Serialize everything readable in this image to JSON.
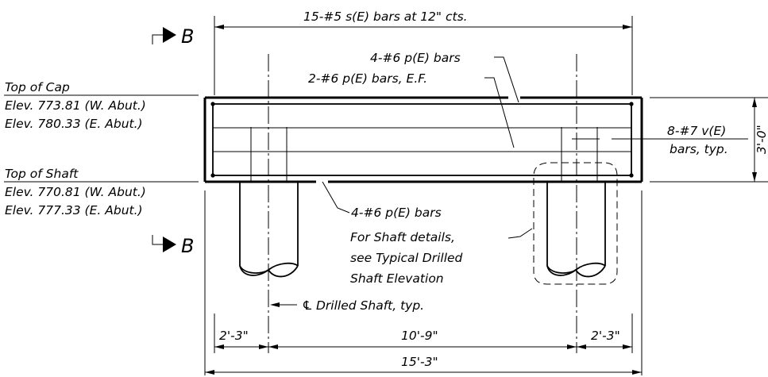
{
  "section_marker": {
    "letter": "B"
  },
  "elevations": {
    "top_of_cap": {
      "title": "Top of Cap",
      "line1": "Elev. 773.81 (W. Abut.)",
      "line2": "Elev. 780.33 (E. Abut.)"
    },
    "top_of_shaft": {
      "title": "Top of Shaft",
      "line1": "Elev. 770.81 (W. Abut.)",
      "line2": "Elev. 777.33 (E. Abut.)"
    }
  },
  "callouts": {
    "s_bars": "15-#5 s(E) bars at 12\" cts.",
    "p_bars_top": "4-#6 p(E) bars",
    "p_bars_ef": "2-#6 p(E) bars, E.F.",
    "v_bars_line1": "8-#7 v(E)",
    "v_bars_line2": "bars, typ.",
    "p_bars_bottom": "4-#6 p(E) bars",
    "shaft_details_line1": "For Shaft details,",
    "shaft_details_line2": "see Typical Drilled",
    "shaft_details_line3": "Shaft Elevation",
    "centerline_symbol": "℄",
    "centerline_note": "Drilled Shaft, typ."
  },
  "dimensions": {
    "cap_height": "3'-0\"",
    "left_edge": "2'-3\"",
    "between_shafts": "10'-9\"",
    "right_edge": "2'-3\"",
    "overall": "15'-3\""
  }
}
